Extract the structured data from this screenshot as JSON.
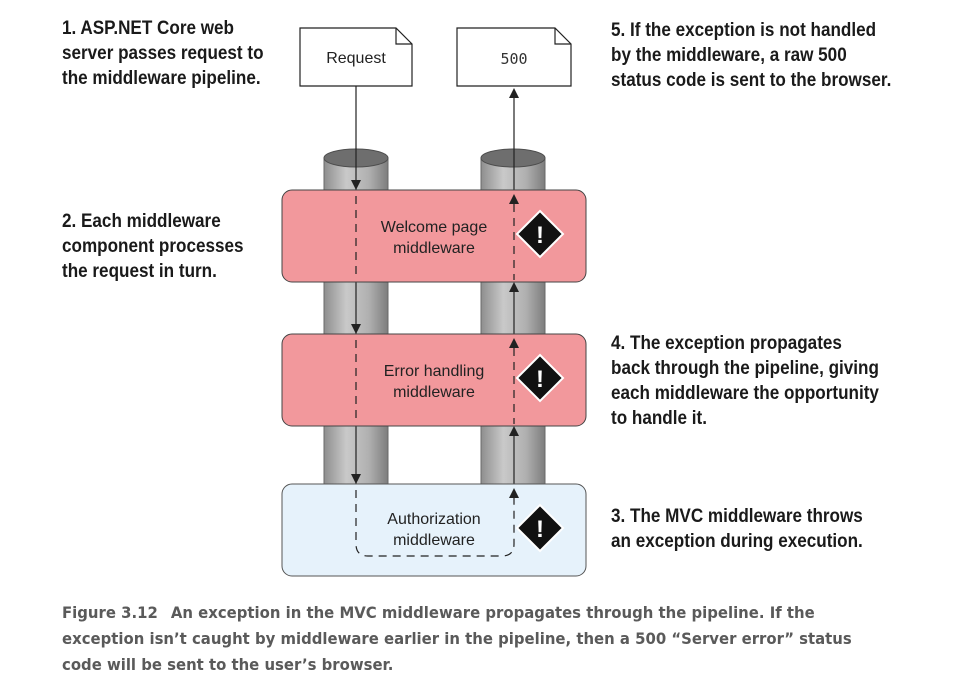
{
  "notes": {
    "step1": [
      "1. ASP.NET Core web",
      "server passes request to",
      "the middleware pipeline."
    ],
    "step2": [
      "2. Each middleware",
      "component processes",
      "the request in turn."
    ],
    "step3": [
      "3. The MVC middleware throws",
      "an exception during execution."
    ],
    "step4": [
      "4. The exception propagates",
      "back through the pipeline, giving",
      "each middleware the opportunity",
      "to handle it."
    ],
    "step5": [
      "5. If the exception is not handled",
      "by the middleware, a raw 500",
      "status code is sent to the browser."
    ]
  },
  "documents": {
    "request": "Request",
    "response": "500"
  },
  "middleware": [
    {
      "line1": "Welcome page",
      "line2": "middleware"
    },
    {
      "line1": "Error handling",
      "line2": "middleware"
    },
    {
      "line1": "Authorization",
      "line2": "middleware"
    }
  ],
  "caption": {
    "number": "Figure 3.12",
    "text": "An exception in the MVC middleware propagates through the pipeline. If the exception isn’t caught by middleware earlier in the pipeline, then a 500 “Server error” status code will be sent to the user’s browser."
  },
  "colors": {
    "middleware_fill": "#f2989c",
    "authorization_fill": "#e6f2fb",
    "pipe_fill": "#b5b5b5",
    "icon_fill": "#111111"
  }
}
